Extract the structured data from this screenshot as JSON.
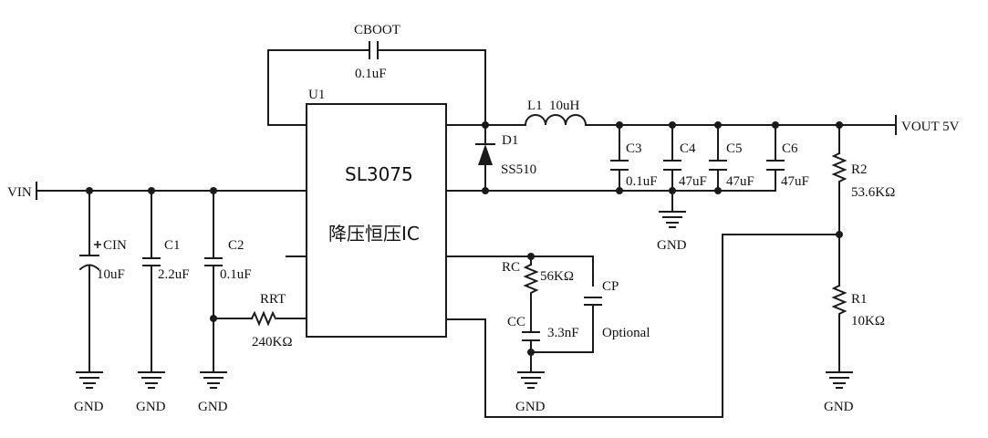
{
  "ic": {
    "ref": "U1",
    "name": "SL3075",
    "desc": "降压恒压IC"
  },
  "vin": {
    "label": "VIN"
  },
  "vout": {
    "label": "VOUT 5V"
  },
  "components": {
    "cboot": {
      "ref": "CBOOT",
      "value": "0.1uF"
    },
    "l1": {
      "ref": "L1",
      "value": "10uH"
    },
    "d1": {
      "ref": "D1",
      "value": "SS510"
    },
    "cin": {
      "ref": "CIN",
      "value": "10uF"
    },
    "c1": {
      "ref": "C1",
      "value": "2.2uF"
    },
    "c2": {
      "ref": "C2",
      "value": "0.1uF"
    },
    "rrt": {
      "ref": "RRT",
      "value": "240KΩ"
    },
    "c3": {
      "ref": "C3",
      "value": "0.1uF"
    },
    "c4": {
      "ref": "C4",
      "value": "47uF"
    },
    "c5": {
      "ref": "C5",
      "value": "47uF"
    },
    "c6": {
      "ref": "C6",
      "value": "47uF"
    },
    "r2": {
      "ref": "R2",
      "value": "53.6KΩ"
    },
    "r1": {
      "ref": "R1",
      "value": "10KΩ"
    },
    "rc": {
      "ref": "RC",
      "value": "56KΩ"
    },
    "cc": {
      "ref": "CC",
      "value": "3.3nF"
    },
    "cp": {
      "ref": "CP",
      "value": "Optional"
    }
  },
  "gnd": {
    "label": "GND"
  }
}
